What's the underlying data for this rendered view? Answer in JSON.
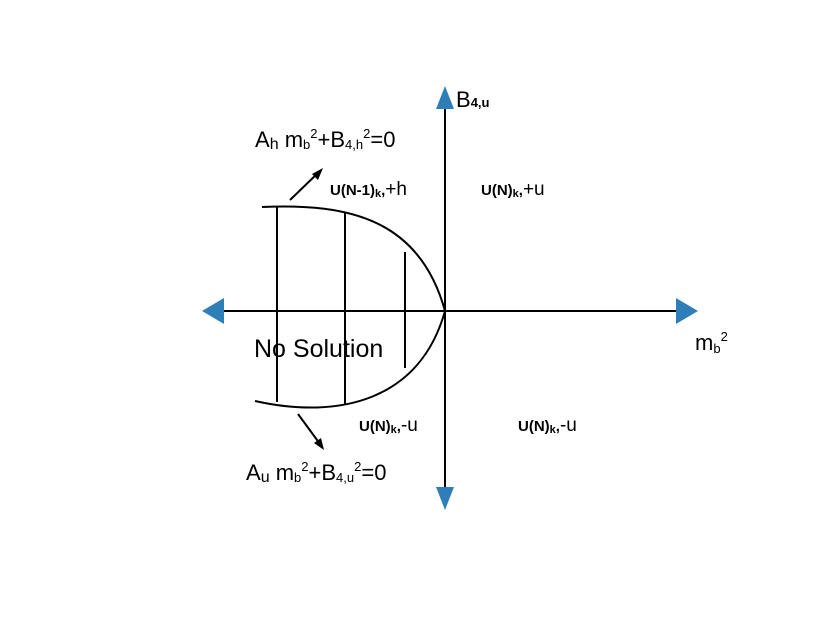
{
  "axes": {
    "y_label_main": "B",
    "y_label_sub": "4,u",
    "x_label_main": "m",
    "x_label_sub": "b",
    "x_label_sup": "2",
    "axis_color": "#2e7fb8"
  },
  "curves": {
    "upper": {
      "A": "A",
      "A_sub": "h",
      "m": " m",
      "m_sub": "b",
      "sup1": "2",
      "plus": "+B",
      "B_sub": "4,h",
      "sup2": "2",
      "eq": "=0"
    },
    "lower": {
      "A": "A",
      "A_sub": "u",
      "m": " m",
      "m_sub": "b",
      "sup1": "2",
      "plus": "+B",
      "B_sub": "4,u",
      "sup2": "2",
      "eq": "=0"
    }
  },
  "regions": {
    "upper_left": {
      "main": "U(N-1)",
      "sub": "k",
      "comma": ",",
      "sign": "+h"
    },
    "upper_right": {
      "main": "U(N)",
      "sub": "k",
      "comma": ",",
      "sign": "+u"
    },
    "lower_left": {
      "main": "U(N)",
      "sub": "k",
      "comma": ",",
      "sign": "-u"
    },
    "lower_right": {
      "main": "U(N)",
      "sub": "k",
      "comma": ",",
      "sign": "-u"
    }
  },
  "no_solution": "No Solution"
}
